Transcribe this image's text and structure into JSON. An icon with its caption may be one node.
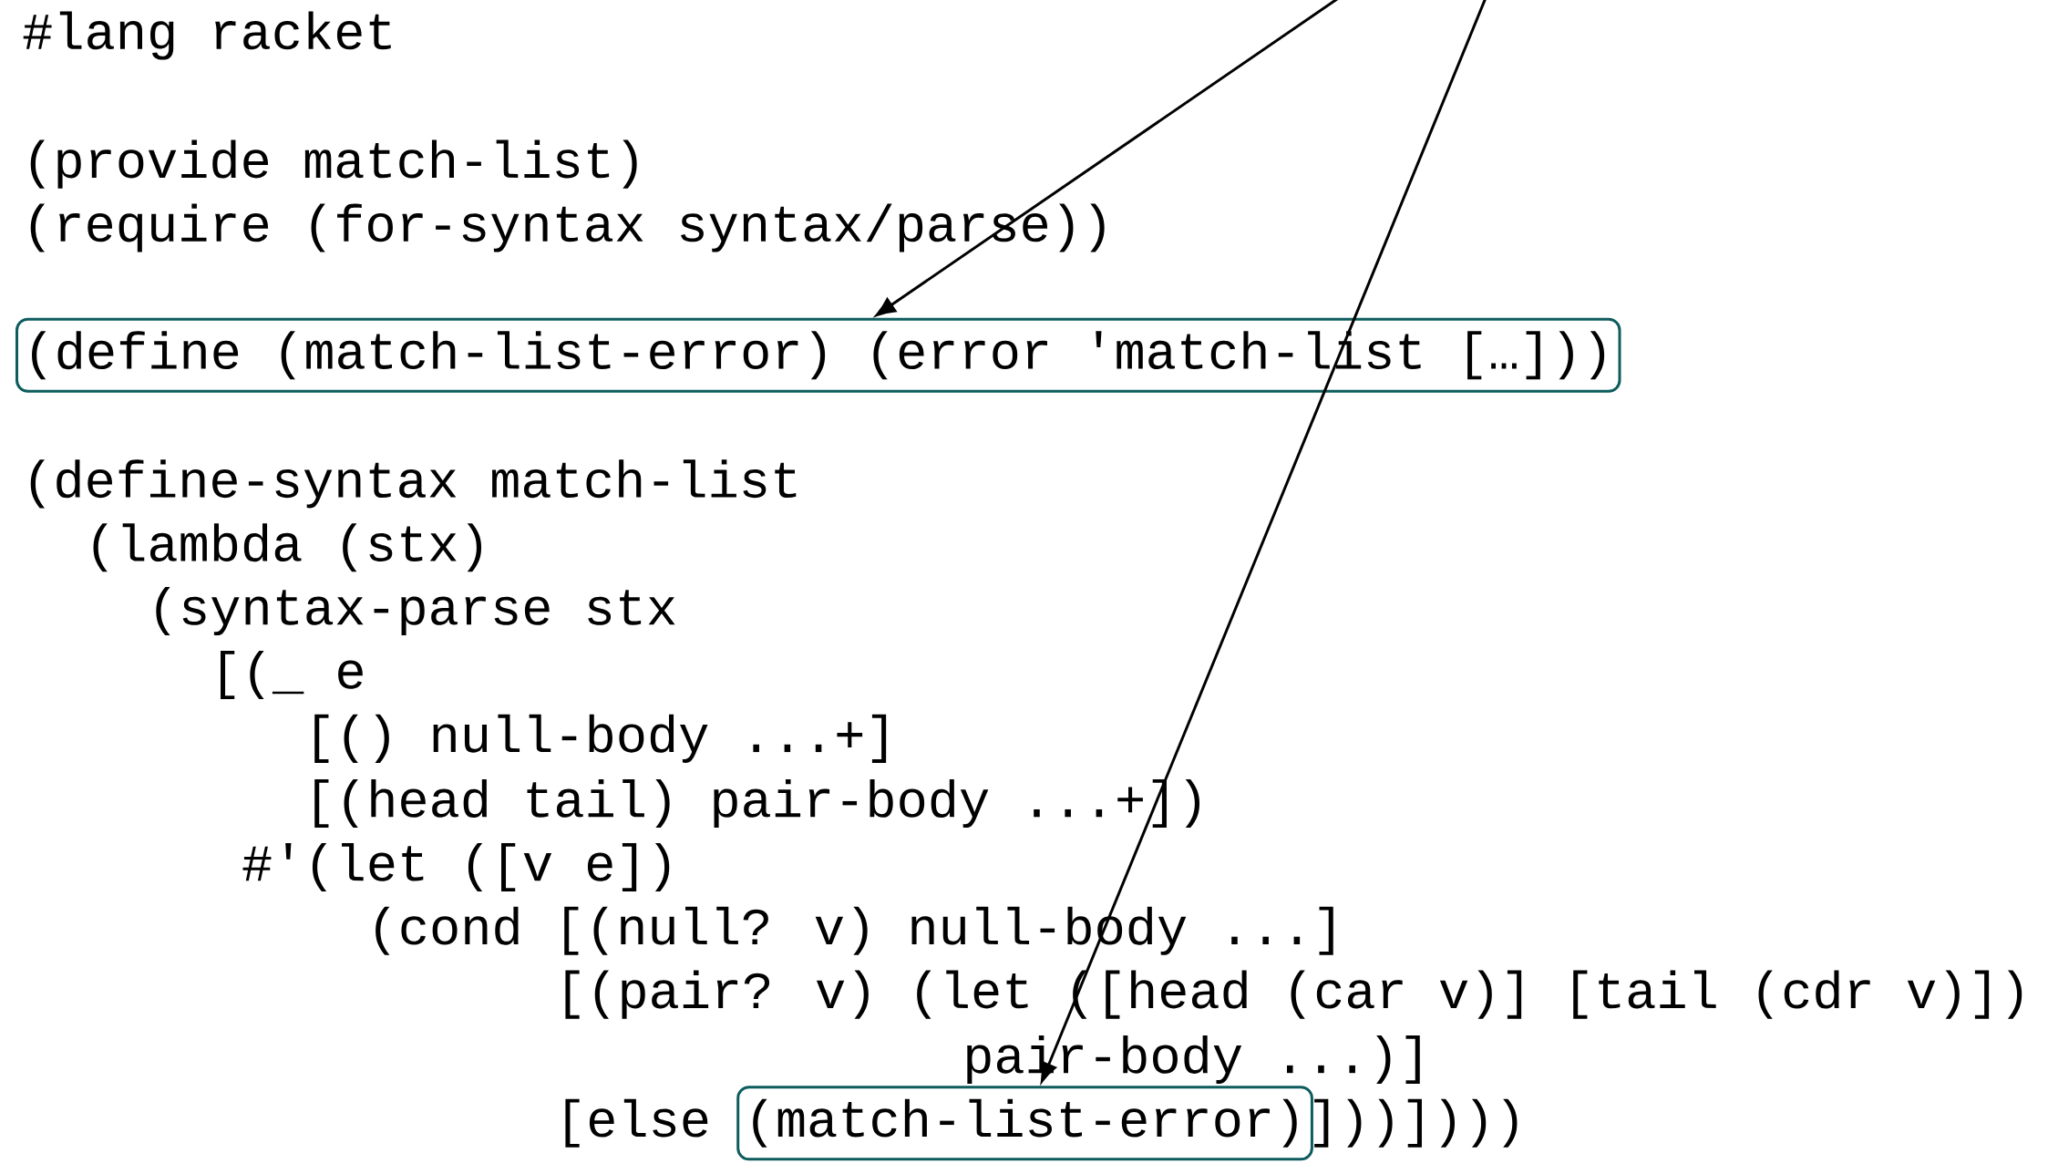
{
  "diagram": {
    "nodes": [
      {
        "text": [
          "(define (match-list-error) (error 'match-list […]))"
        ]
      },
      {
        "text": [
          "(match-list-error)"
        ]
      }
    ],
    "edges": [
      {
        "from": null,
        "to": 0,
        "arrow": "to"
      },
      {
        "from": null,
        "to": 1,
        "arrow": "to"
      }
    ],
    "labels": [
      "#lang racket",
      "(provide match-list)",
      "(require (for-syntax syntax/parse))",
      "(define-syntax match-list",
      "(lambda (stx)",
      "(syntax-parse stx",
      "[(_ e",
      "[() null-body ...+]",
      "[(head tail) pair-body ...+])",
      "#'(let ([v e])",
      "(cond [(null? v) null-body ...]",
      "[(pair? v) (let ([head (car v)] [tail (cdr v)])",
      "pair-body ...)]",
      "[else",
      "]))])))"
    ]
  }
}
